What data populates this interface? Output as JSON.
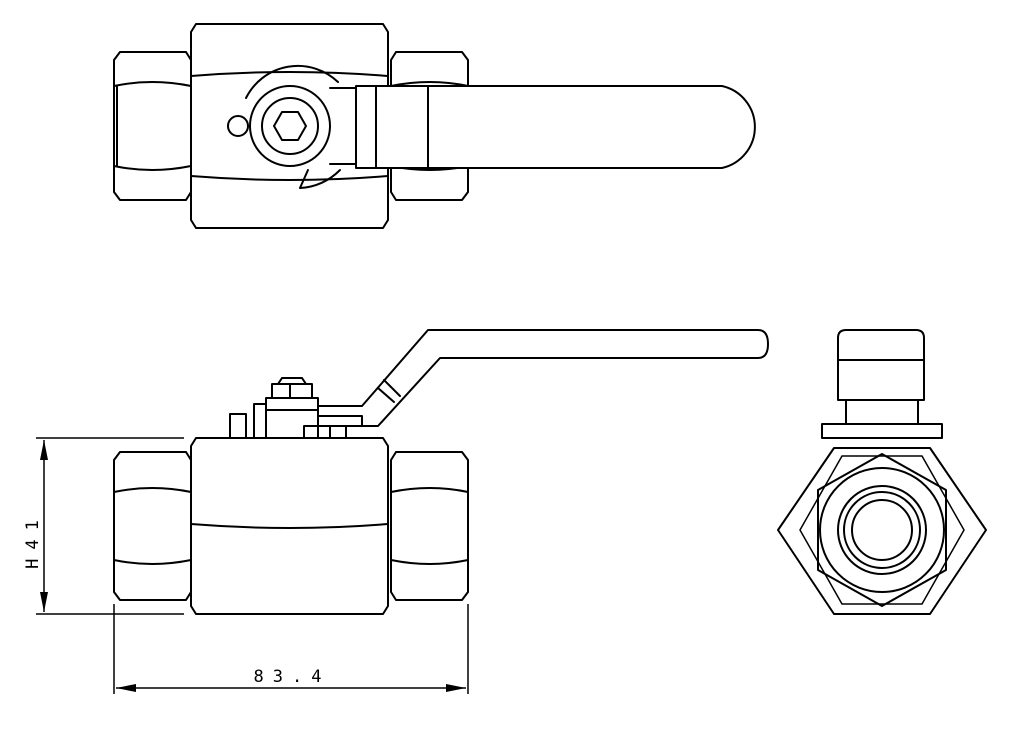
{
  "dimensions": {
    "height_label": "H41",
    "length_label": "83.4"
  },
  "views": [
    "top-view",
    "front-view",
    "side-view"
  ]
}
